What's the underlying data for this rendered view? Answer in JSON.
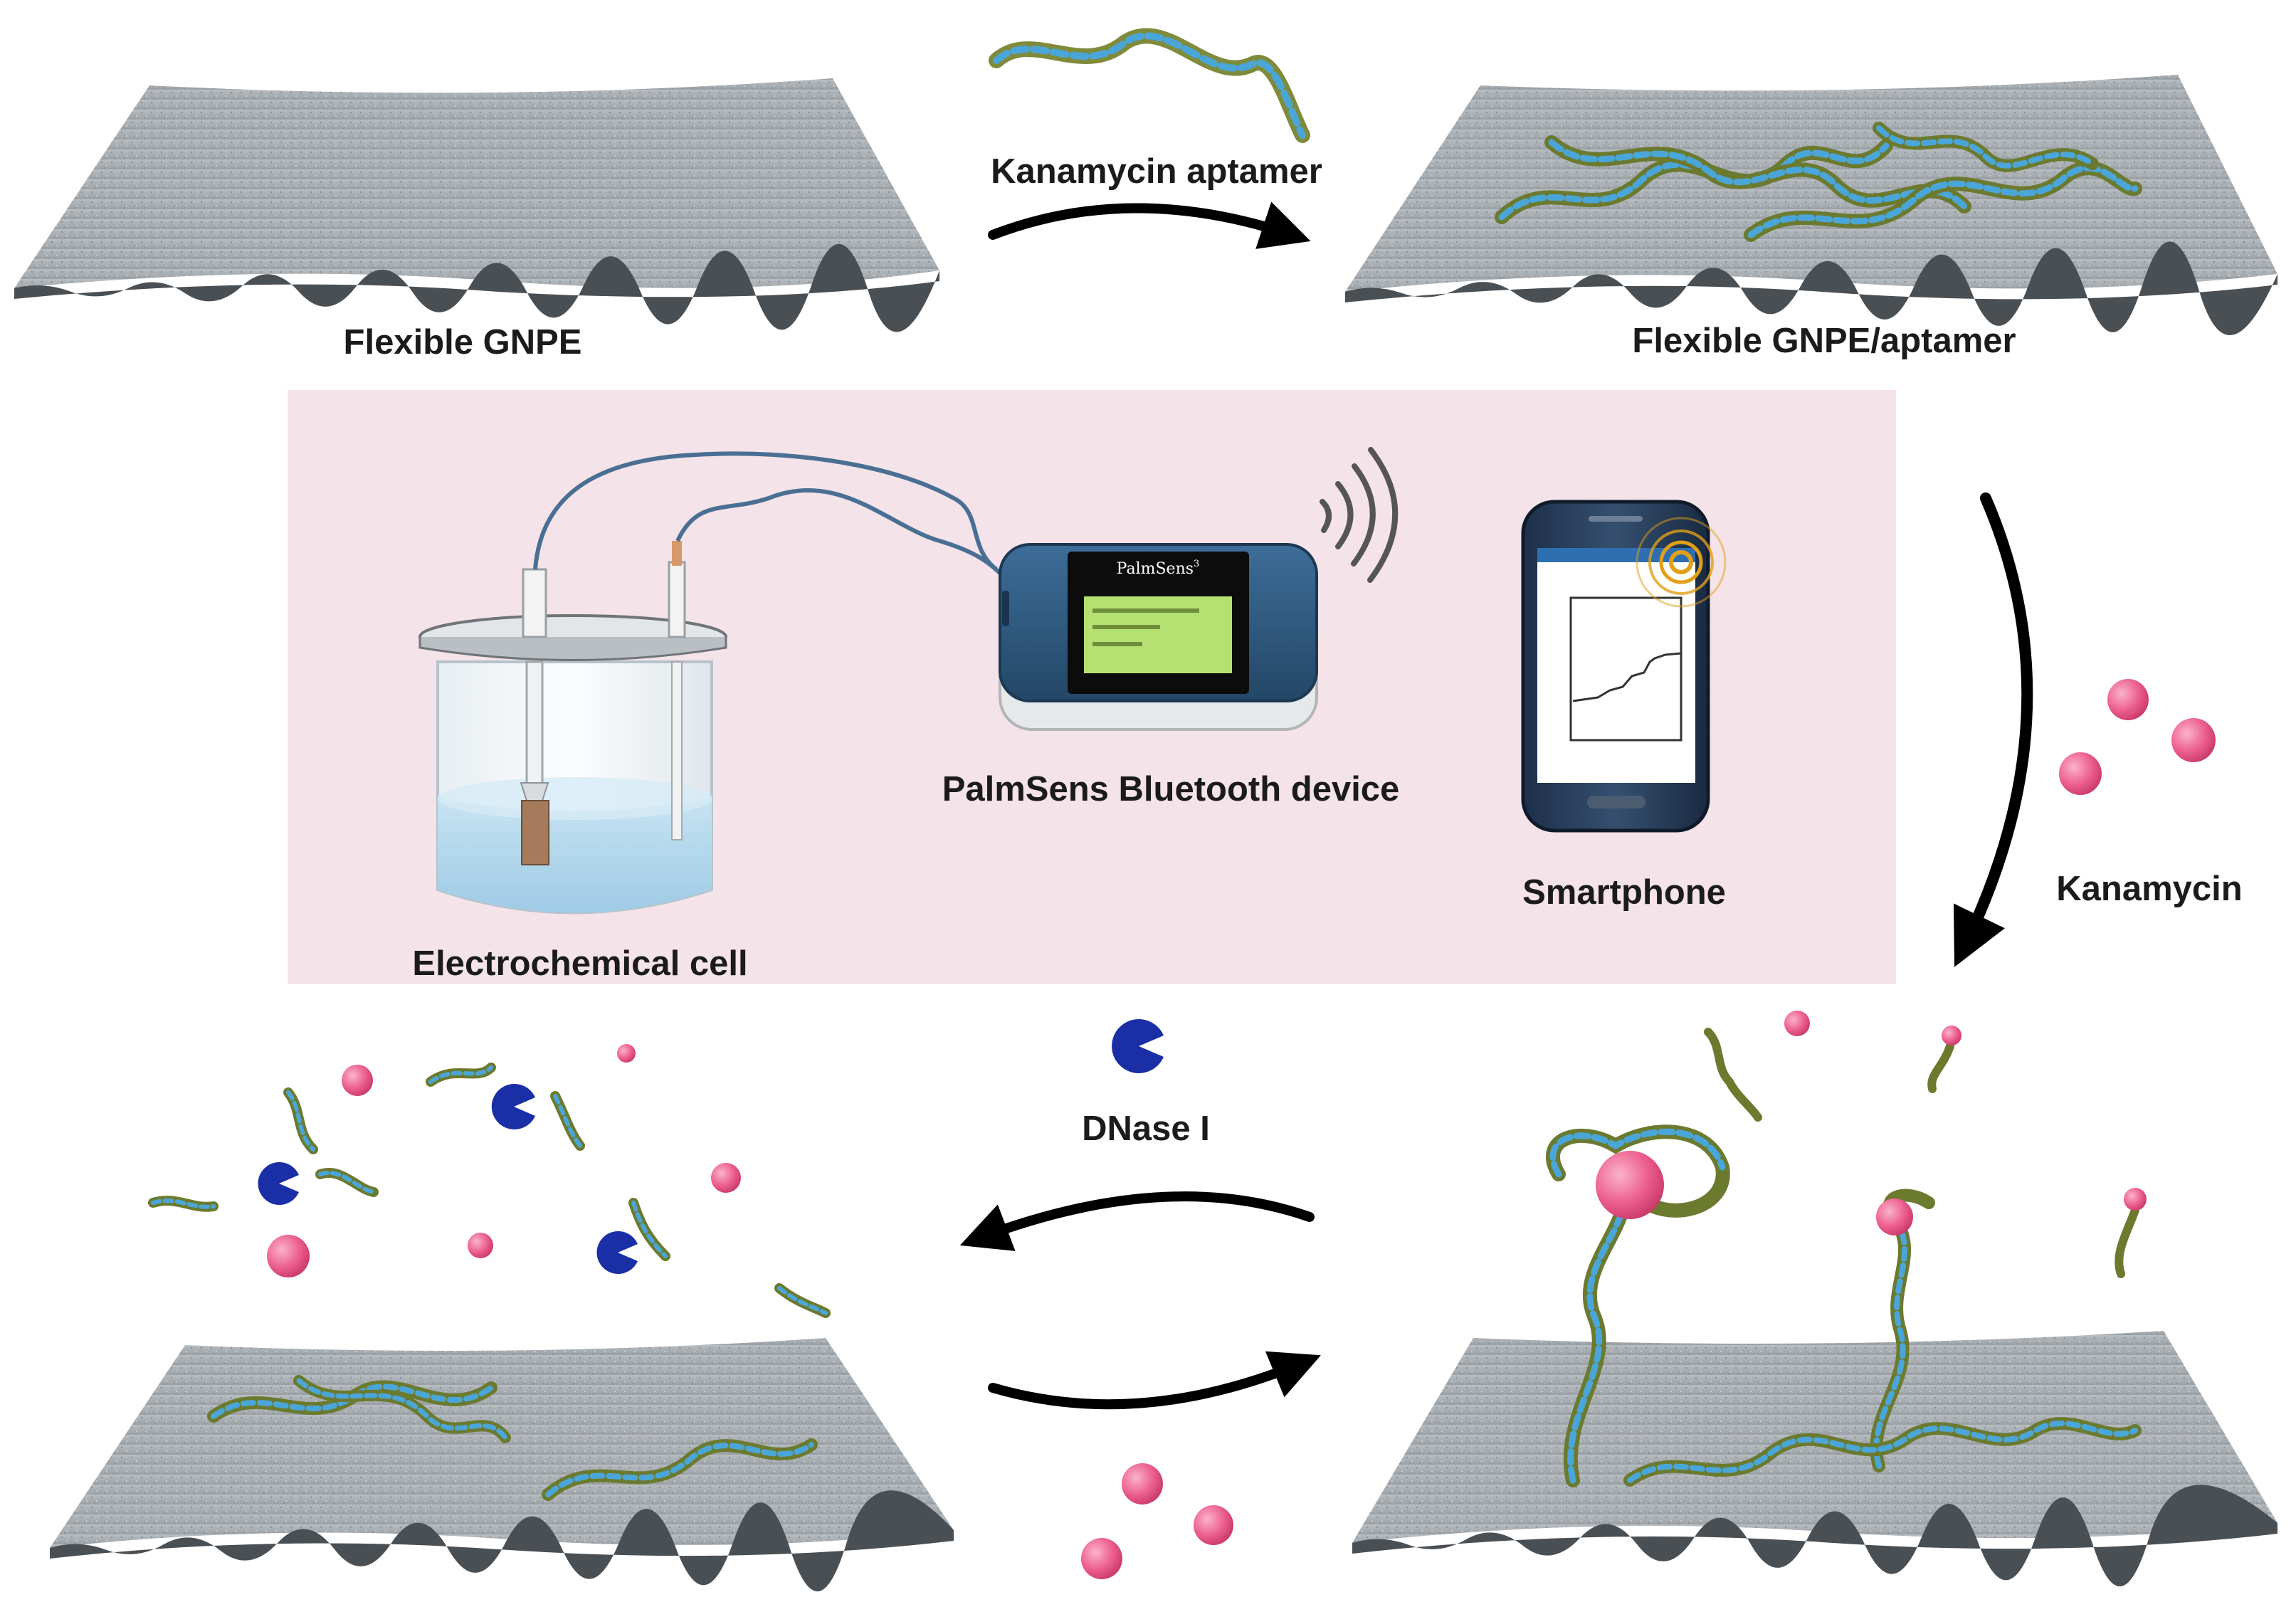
{
  "labels": {
    "flexible_gnpe": "Flexible GNPE",
    "kanamycin_aptamer": "Kanamycin aptamer",
    "flexible_gnpe_aptamer": "Flexible GNPE/aptamer",
    "kanamycin": "Kanamycin",
    "dnase": "DNase I",
    "electrochemical_cell": "Electrochemical cell",
    "palmsens_device": "PalmSens Bluetooth device",
    "smartphone": "Smartphone"
  },
  "device": {
    "brand": "PalmSens",
    "brand_superscript": "3"
  },
  "colors": {
    "panel_background": "#f4e3e8",
    "electrode_surface": "#aab0b4",
    "aptamer_blue": "#4aa6d8",
    "aptamer_green": "#7f8a3a",
    "kanamycin_pink": "#ec5e8e",
    "dnase_blue": "#1a2fa6",
    "device_blue": "#2f5b86",
    "lcd_green": "#b5e173",
    "electrolyte": "#b9dbef",
    "arrow": "#000000"
  },
  "icons": [
    "wifi-signal-icon",
    "touch-ripple-icon",
    "pacman-enzyme-icon"
  ]
}
